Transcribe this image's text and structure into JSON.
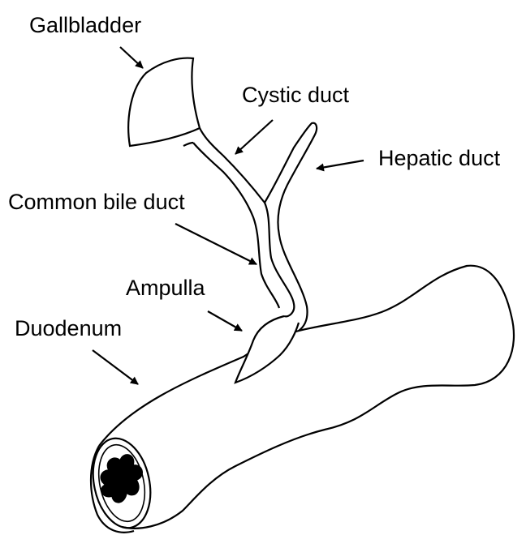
{
  "diagram": {
    "labels": {
      "gallbladder": "Gallbladder",
      "cystic_duct": "Cystic duct",
      "hepatic_duct": "Hepatic duct",
      "common_bile_duct": "Common bile duct",
      "ampulla": "Ampulla",
      "duodenum": "Duodenum"
    },
    "colors": {
      "ink": "#000000",
      "background": "#ffffff"
    }
  }
}
